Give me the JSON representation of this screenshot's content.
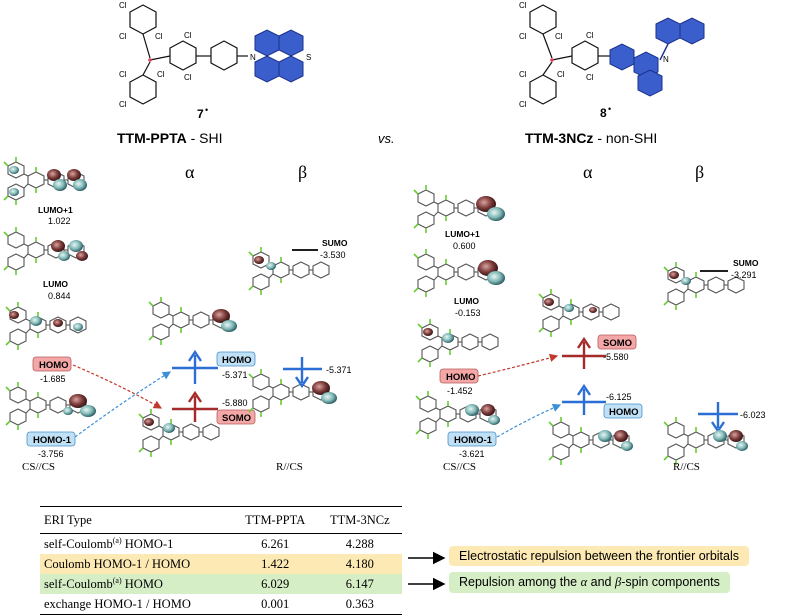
{
  "molecules": {
    "left": {
      "number": "7",
      "name": "TTM-PPTA",
      "suffix": " - SHI"
    },
    "right": {
      "number": "8",
      "name": "TTM-3NCz",
      "suffix": " - non-SHI"
    },
    "vs": "vs.",
    "atoms": {
      "cl": "Cl",
      "n": "N",
      "s": "S"
    }
  },
  "spin_headers": {
    "alpha": "α",
    "beta": "β"
  },
  "panel_labels": {
    "cs": "CS//CS",
    "r": "R//CS"
  },
  "left_panel": {
    "lumo1": {
      "label": "LUMO+1",
      "value": "1.022"
    },
    "lumo": {
      "label": "LUMO",
      "value": "0.844"
    },
    "homo": {
      "label": "HOMO",
      "value": "-1.685"
    },
    "homo1": {
      "label": "HOMO-1",
      "value": "-3.756"
    },
    "r_homo": {
      "label": "HOMO",
      "value": "-5.371"
    },
    "r_somo": {
      "label": "SOMO",
      "value": "-5.880"
    },
    "beta_sumo": {
      "label": "SUMO",
      "value": "-3.530"
    },
    "beta_level": {
      "value": "-5.371"
    }
  },
  "right_panel": {
    "lumo1": {
      "label": "LUMO+1",
      "value": "0.600"
    },
    "lumo": {
      "label": "LUMO",
      "value": "-0.153"
    },
    "homo": {
      "label": "HOMO",
      "value": "-1.452"
    },
    "homo1": {
      "label": "HOMO-1",
      "value": "-3.621"
    },
    "r_somo": {
      "label": "SOMO",
      "value": "-5.580"
    },
    "r_homo": {
      "label": "HOMO",
      "value": "-6.125"
    },
    "beta_sumo": {
      "label": "SUMO",
      "value": "-3.291"
    },
    "beta_level": {
      "value": "-6.023"
    }
  },
  "table": {
    "headers": [
      "ERI Type",
      "TTM-PPTA",
      "TTM-3NCz"
    ],
    "rows": [
      {
        "type": "self-Coulomb",
        "sup": "(a)",
        "orbital": " HOMO-1",
        "ppta": "6.261",
        "ncz": "4.288"
      },
      {
        "type": "Coulomb HOMO-1 / HOMO",
        "sup": "",
        "orbital": "",
        "ppta": "1.422",
        "ncz": "4.180"
      },
      {
        "type": "self-Coulomb",
        "sup": "(a)",
        "orbital": " HOMO",
        "ppta": "6.029",
        "ncz": "6.147"
      },
      {
        "type": "exchange HOMO-1 / HOMO",
        "sup": "",
        "orbital": "",
        "ppta": "0.001",
        "ncz": "0.363"
      }
    ]
  },
  "notes": {
    "yellow": "Electrostatic repulsion between the frontier orbitals",
    "green_pre": "Repulsion among the ",
    "green_alpha": "α",
    "green_mid": " and ",
    "green_beta": "β",
    "green_post": "-spin components"
  },
  "colors": {
    "blue_level": "#2b6fd6",
    "red_level": "#a52a2a",
    "homo_box": "#f4a7a7",
    "homo1_box": "#bfe0f5",
    "yellow": "#fde9b3",
    "green": "#d6eec6",
    "molecule_blue": "#3a5fcd"
  }
}
